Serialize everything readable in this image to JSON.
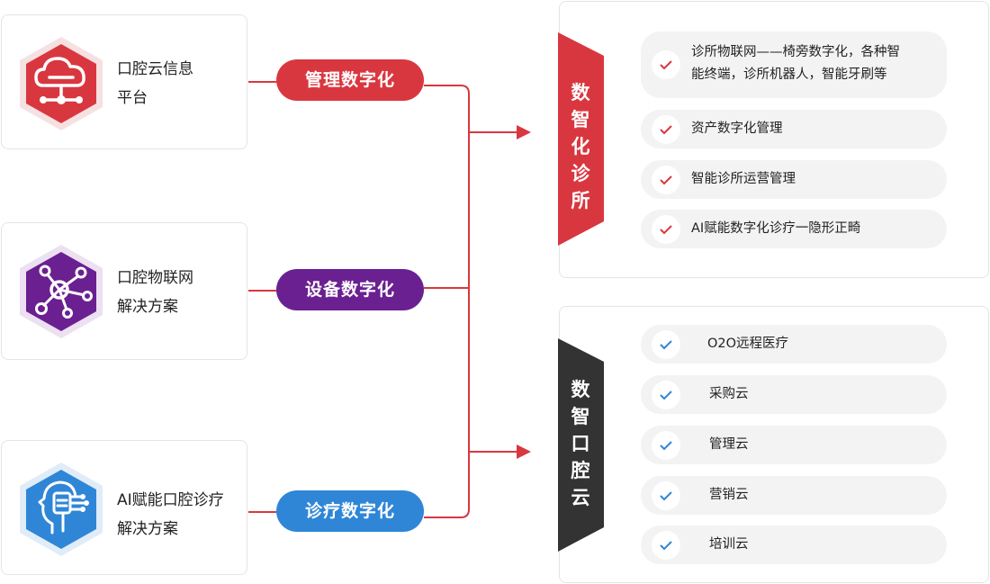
{
  "sources": [
    {
      "id": "cloud",
      "lines": [
        "口腔云信息",
        "平台"
      ],
      "icon": "cloud-network-icon",
      "color": "#d9373f"
    },
    {
      "id": "iot",
      "lines": [
        "口腔物联网",
        "解决方案"
      ],
      "icon": "network-hub-icon",
      "color": "#6a2090"
    },
    {
      "id": "ai",
      "lines": [
        "AI赋能口腔诊疗",
        "解决方案"
      ],
      "icon": "ai-head-icon",
      "color": "#2f86d6"
    }
  ],
  "pills": [
    {
      "label": "管理数字化",
      "color": "#d9373f"
    },
    {
      "label": "设备数字化",
      "color": "#6a2090"
    },
    {
      "label": "诊疗数字化",
      "color": "#2f86d6"
    }
  ],
  "panels": [
    {
      "label": "数智化诊所",
      "accent": "#d9373f",
      "items": [
        {
          "lines": [
            "诊所物联网——椅旁数字化，各种智",
            "能终端，诊所机器人，智能牙刷等"
          ]
        },
        {
          "lines": [
            "资产数字化管理"
          ]
        },
        {
          "lines": [
            "智能诊所运营管理"
          ]
        },
        {
          "lines": [
            "AI赋能数字化诊疗一隐形正畸"
          ]
        }
      ]
    },
    {
      "label": "数智口腔云",
      "accent": "#333333",
      "check_color": "#2f86d6",
      "items": [
        {
          "lines": [
            "O2O远程医疗"
          ]
        },
        {
          "lines": [
            "采购云"
          ]
        },
        {
          "lines": [
            "管理云"
          ]
        },
        {
          "lines": [
            "营销云"
          ]
        },
        {
          "lines": [
            "培训云"
          ]
        }
      ]
    }
  ],
  "connector_color": "#d9373f"
}
